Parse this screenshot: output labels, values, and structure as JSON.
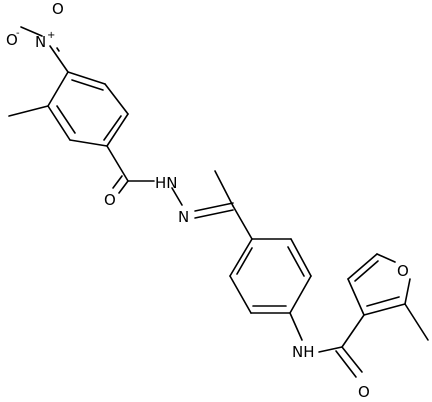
{
  "atom_labels": {
    "nitro_o_minus": "O",
    "nitro_o_minus_charge": "-",
    "nitro_n": "N",
    "nitro_n_charge": "+",
    "nitro_o_double": "O",
    "hydrazide_nh": "HN",
    "hydrazone_n": "N",
    "hydrazide_carbonyl_o": "O",
    "amide_nh": "NH",
    "amide_carbonyl_o": "O",
    "furan_o": "O"
  }
}
